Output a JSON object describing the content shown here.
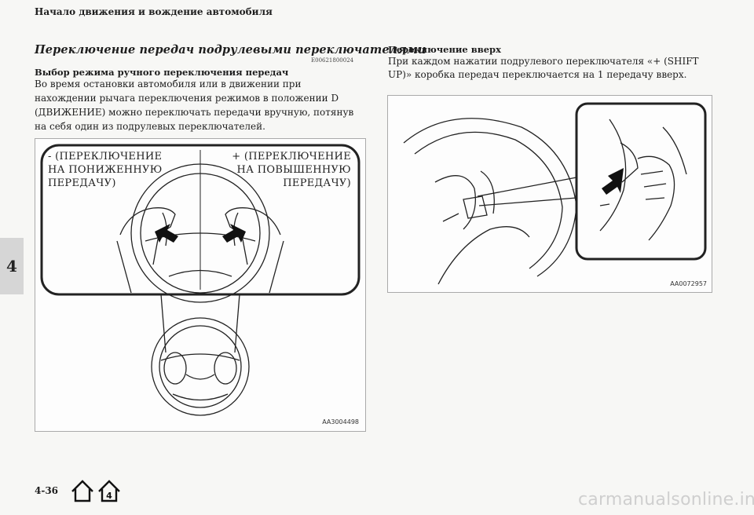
{
  "header": {
    "title": "Начало движения и вождение автомобиля"
  },
  "section": {
    "title": "Переключение передач подрулевыми переключателями",
    "code": "E00621800024"
  },
  "left": {
    "subheading": "Выбор режима ручного переключения передач",
    "body": "Во время остановки автомобиля или в движении при нахождении рычага переключения режимов в положении D (ДВИЖЕНИЕ) можно переключать передачи вручную, потянув на себя один из подрулевых переключателей."
  },
  "figure_left": {
    "callout_minus": [
      "- (ПЕРЕКЛЮЧЕНИЕ",
      "НА ПОНИЖЕННУЮ",
      "ПЕРЕДАЧУ)"
    ],
    "callout_plus": [
      "+ (ПЕРЕКЛЮЧЕНИЕ",
      "НА ПОВЫШЕННУЮ",
      "ПЕРЕДАЧУ)"
    ],
    "code": "AA3004498"
  },
  "right": {
    "subheading": "Переключение вверх",
    "body": "При каждом нажатии подрулевого переключателя «+ (SHIFT UP)» коробка передач переключается на 1 передачу вверх."
  },
  "figure_right": {
    "code": "AA0072957"
  },
  "chapter_tab": "4",
  "footer": {
    "page_number": "4-36"
  },
  "icons": [
    "home-icon",
    "home-4-icon"
  ],
  "watermark": "carmanualsonline.info"
}
